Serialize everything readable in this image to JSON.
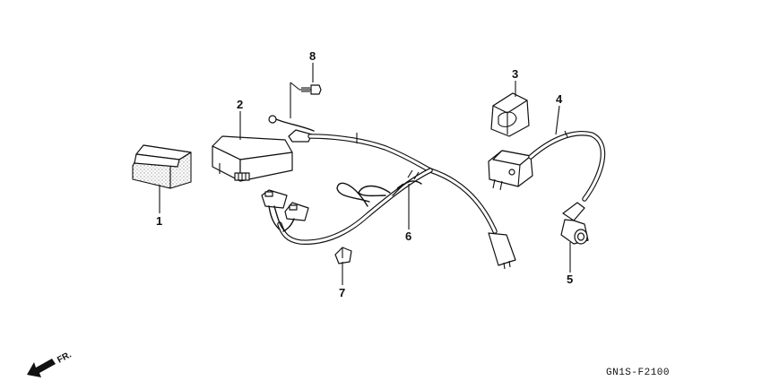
{
  "diagram": {
    "callouts": [
      {
        "id": "1",
        "label": "1"
      },
      {
        "id": "2",
        "label": "2"
      },
      {
        "id": "3",
        "label": "3"
      },
      {
        "id": "4",
        "label": "4"
      },
      {
        "id": "5",
        "label": "5"
      },
      {
        "id": "6",
        "label": "6"
      },
      {
        "id": "7",
        "label": "7"
      },
      {
        "id": "8",
        "label": "8"
      }
    ],
    "direction_label": "FR.",
    "figure_code": "GN1S-F2100"
  }
}
